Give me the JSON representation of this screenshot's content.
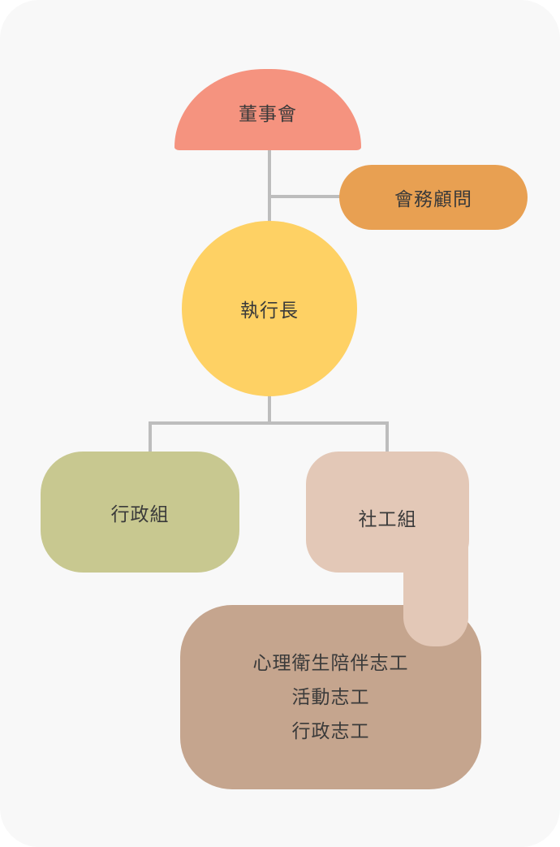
{
  "nodes": {
    "board": "董事會",
    "advisor": "會務顧問",
    "ceo": "執行長",
    "admin": "行政組",
    "social": "社工組",
    "volunteers": [
      "心理衛生陪伴志工",
      "活動志工",
      "行政志工"
    ]
  },
  "colors": {
    "board": "#f5937f",
    "advisor": "#e8a052",
    "ceo": "#fed164",
    "admin": "#c8c890",
    "social": "#e3c8b7",
    "volunteers": "#c5a58e",
    "connector": "#bdbdbd"
  }
}
